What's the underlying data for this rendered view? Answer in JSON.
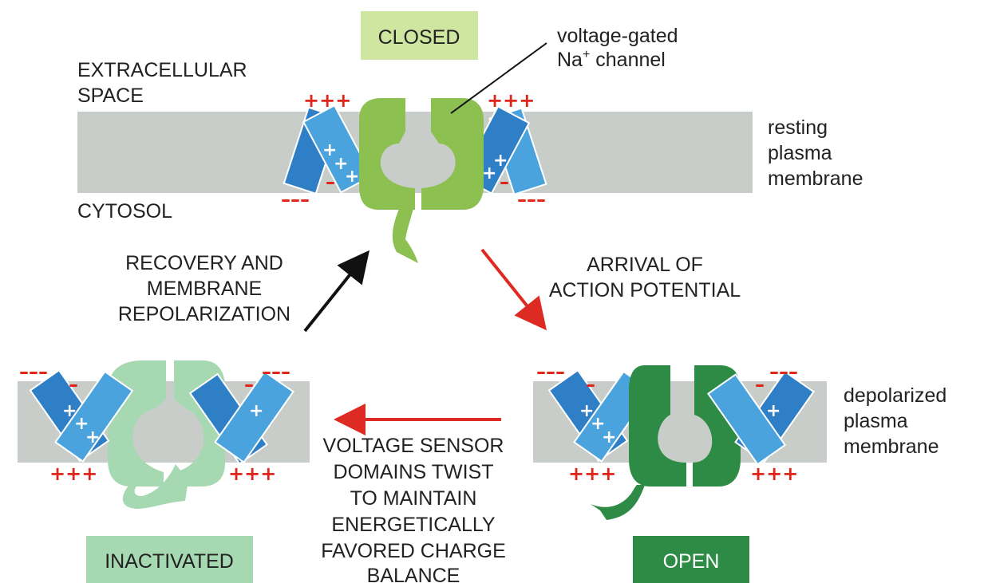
{
  "colors": {
    "membrane": "#c8cdca",
    "helix_dark": "#2f7fc7",
    "helix_light": "#4aa3dc",
    "closed_channel": "#8cc152",
    "open_channel": "#2e8b45",
    "inactivated_channel": "#a6d8b2",
    "closed_box": "#cfe6a0",
    "open_box": "#2e8b45",
    "inactivated_box": "#a6d8b2",
    "charge": "#e0251b",
    "arrow_red": "#dd2a22",
    "arrow_black": "#111111"
  },
  "state_labels": {
    "closed": "CLOSED",
    "open": "OPEN",
    "inactivated": "INACTIVATED"
  },
  "labels": {
    "channel_line1": "voltage-gated",
    "channel_line2_base": "Na",
    "channel_line2_sup": "+",
    "channel_line2_rest": " channel",
    "extracellular_line1": "EXTRACELLULAR",
    "extracellular_line2": "SPACE",
    "cytosol": "CYTOSOL",
    "resting_line1": "resting",
    "resting_line2": "plasma",
    "resting_line3": "membrane",
    "depolarized_line1": "depolarized",
    "depolarized_line2": "plasma",
    "depolarized_line3": "membrane"
  },
  "transitions": {
    "arrival": [
      "ARRIVAL OF",
      "ACTION POTENTIAL"
    ],
    "recovery": [
      "RECOVERY AND",
      "MEMBRANE",
      "REPOLARIZATION"
    ],
    "twist": [
      "VOLTAGE SENSOR",
      "DOMAINS TWIST",
      "TO MAINTAIN",
      "ENERGETICALLY",
      "FAVORED CHARGE",
      "BALANCE"
    ]
  },
  "charges": {
    "plus_row": "+++",
    "minus_row": "–––",
    "minus_single": "–",
    "plus_single": "+"
  }
}
